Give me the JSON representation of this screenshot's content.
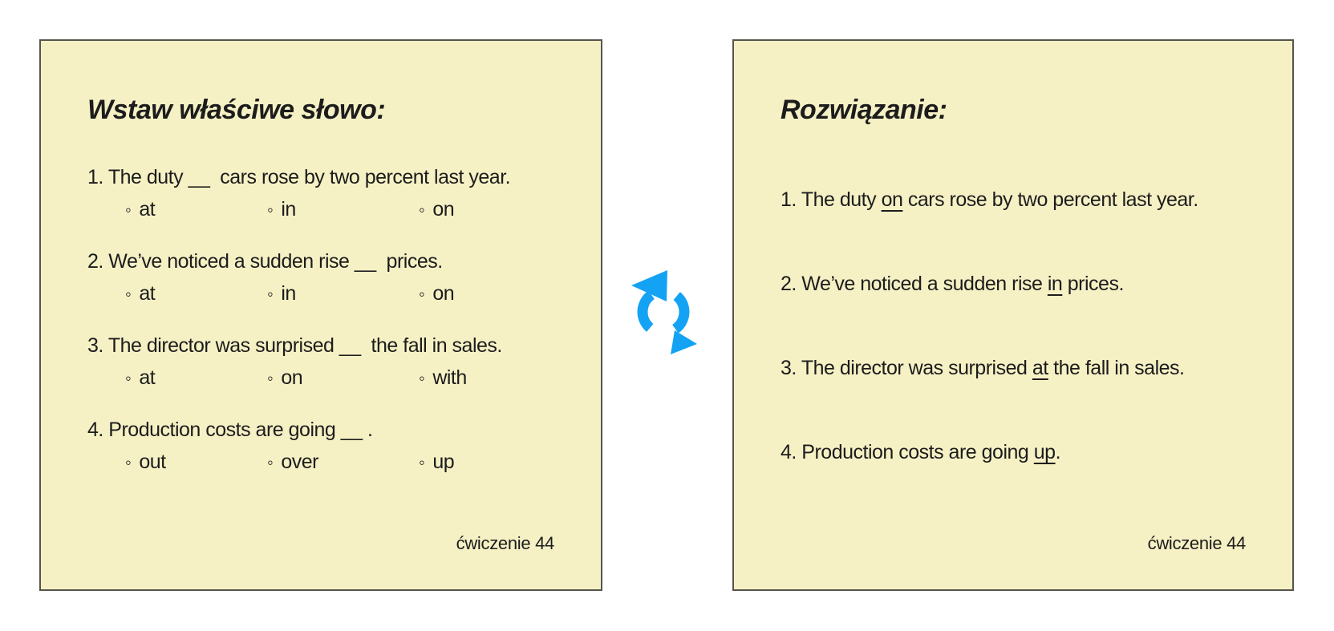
{
  "colors": {
    "page_bg": "#FFFFFF",
    "panel_bg": "#F6F1C5",
    "panel_border": "#56554C",
    "text": "#1C1C1C",
    "icon_blue": "#14A3F4"
  },
  "exercise_panel": {
    "title": "Wstaw właściwe słowo:",
    "option_bullet": "◦",
    "questions": [
      {
        "line": "1. The duty __  cars rose by two percent last year.",
        "options": [
          "at",
          "in",
          "on"
        ]
      },
      {
        "line": "2. We’ve noticed a sudden rise __  prices.",
        "options": [
          "at",
          "in",
          "on"
        ]
      },
      {
        "line": "3. The director was surprised __  the fall in sales.",
        "options": [
          "at",
          "on",
          "with"
        ]
      },
      {
        "line": "4. Production costs are going __ .",
        "options": [
          "out",
          "over",
          "up"
        ]
      }
    ],
    "footer": "ćwiczenie 44"
  },
  "solution_panel": {
    "title": "Rozwiązanie:",
    "answers": [
      {
        "before": "1. The duty ",
        "word": "on",
        "after": " cars rose by two percent last year."
      },
      {
        "before": "2. We’ve noticed a sudden rise ",
        "word": "in",
        "after": " prices."
      },
      {
        "before": "3. The director was surprised ",
        "word": "at",
        "after": " the fall in sales."
      },
      {
        "before": "4. Production costs are going ",
        "word": "up",
        "after": "."
      }
    ],
    "footer": "ćwiczenie 44"
  },
  "divider": {
    "icon": "sync-arrows",
    "color": "#14A3F4"
  }
}
